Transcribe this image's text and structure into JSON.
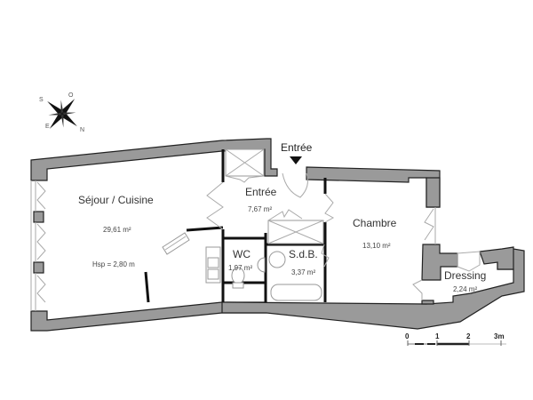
{
  "plan": {
    "entrance_marker": "Entrée",
    "compass": {
      "labels": [
        "S",
        "O",
        "N",
        "E"
      ],
      "icon": "compass-rose-icon"
    },
    "rooms": [
      {
        "name": "Séjour / Cuisine",
        "area": "29,61 m²",
        "height": "Hsp = 2,80 m"
      },
      {
        "name": "Entrée",
        "area": "7,67 m²"
      },
      {
        "name": "WC",
        "area": "1,97 m²"
      },
      {
        "name": "S.d.B.",
        "area": "3,37 m²"
      },
      {
        "name": "Chambre",
        "area": "13,10 m²"
      },
      {
        "name": "Dressing",
        "area": "2,24 m²"
      }
    ],
    "scale": {
      "ticks": [
        "0",
        "1",
        "2",
        "3m"
      ]
    }
  },
  "colors": {
    "wall": "#9a9a9a",
    "outline": "#222222",
    "background": "#ffffff"
  }
}
